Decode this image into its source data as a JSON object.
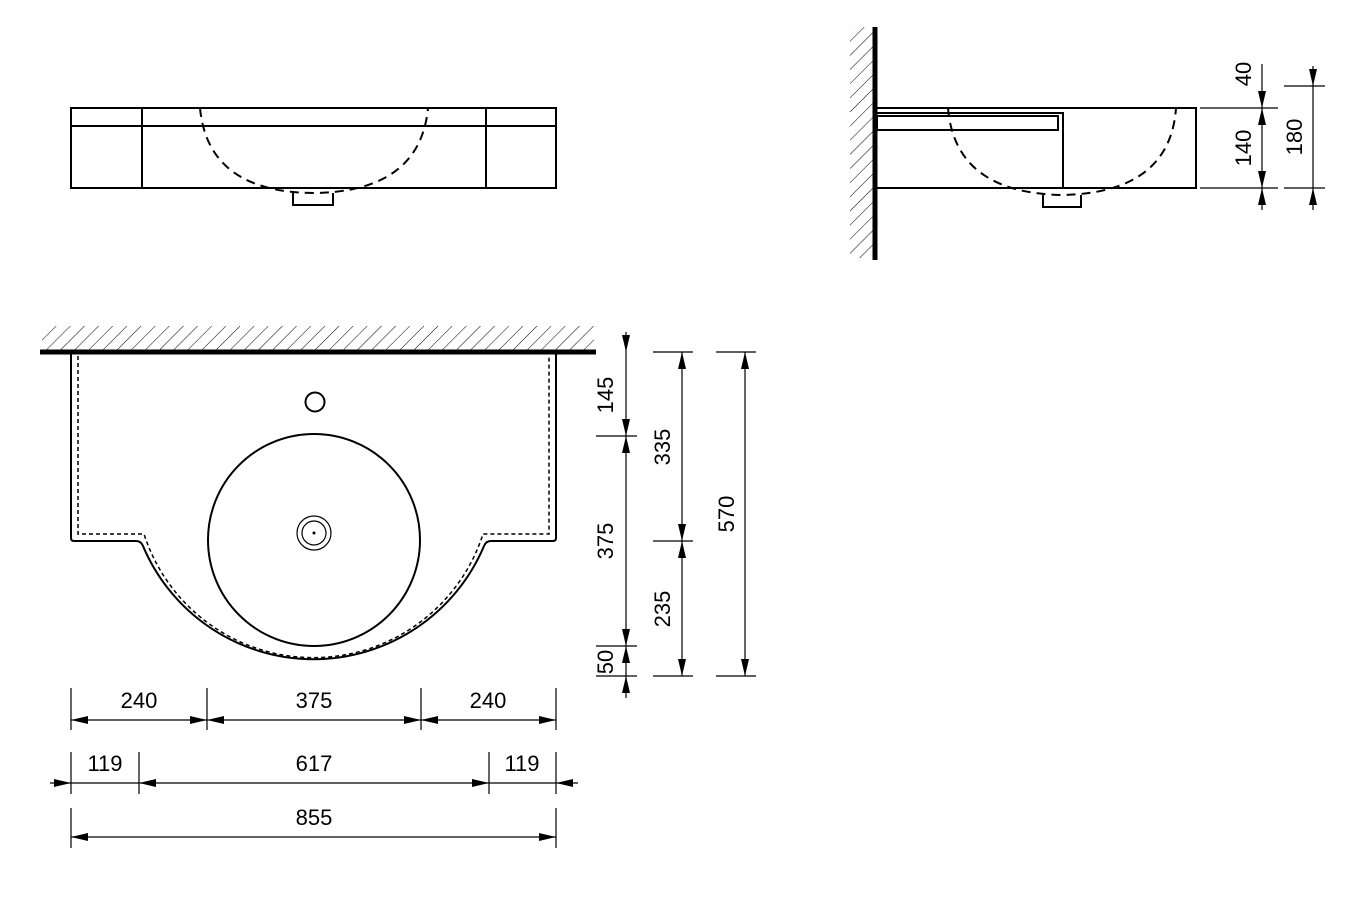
{
  "front_view": {
    "labels": []
  },
  "side_view": {
    "dims": {
      "top_thickness": "40",
      "bowl_depth": "140",
      "total_height": "180"
    }
  },
  "plan_view": {
    "dims_vertical": {
      "tap_to_wall": "145",
      "bowl_diameter_v": "375",
      "drain_to_wall": "335",
      "drain_to_front": "235",
      "rim_front": "50",
      "total_depth": "570"
    },
    "dims_horizontal": {
      "left_shelf": "240",
      "bowl_width": "375",
      "right_shelf": "240",
      "left_offset": "119",
      "mid_span": "617",
      "right_offset": "119",
      "total_width": "855"
    }
  }
}
